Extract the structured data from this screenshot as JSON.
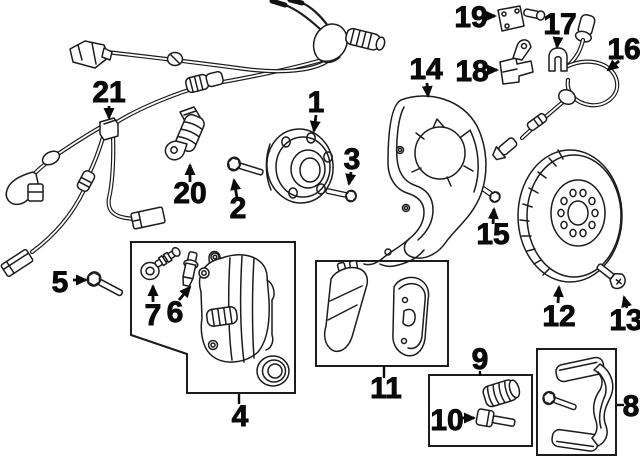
{
  "figure": {
    "kind": "exploded-parts-diagram",
    "subject": "front brake and wheel hub components",
    "colors": {
      "background": "#ffffff",
      "line": "#1c1c1c",
      "label": "#0a0a0a"
    },
    "callouts": [
      {
        "label": "1",
        "part": "wheel-hub-assembly"
      },
      {
        "label": "2",
        "part": "hub-mount-bolt"
      },
      {
        "label": "3",
        "part": "small-hex-bolt"
      },
      {
        "label": "4",
        "part": "brake-caliper"
      },
      {
        "label": "5",
        "part": "long-mount-bolt"
      },
      {
        "label": "6",
        "part": "bleeder-screw"
      },
      {
        "label": "7",
        "part": "caliper-guide-pin"
      },
      {
        "label": "8",
        "part": "caliper-bracket"
      },
      {
        "label": "9",
        "part": "guide-pin-boot"
      },
      {
        "label": "10",
        "part": "guide-pin-bolt"
      },
      {
        "label": "11",
        "part": "brake-pad-set"
      },
      {
        "label": "12",
        "part": "brake-rotor"
      },
      {
        "label": "13",
        "part": "rotor-set-screw"
      },
      {
        "label": "14",
        "part": "splash-shield"
      },
      {
        "label": "15",
        "part": "shield-bolt"
      },
      {
        "label": "16",
        "part": "abs-sensor-wire"
      },
      {
        "label": "17",
        "part": "retaining-clip"
      },
      {
        "label": "18",
        "part": "sensor-bracket"
      },
      {
        "label": "19",
        "part": "harness-bracket"
      },
      {
        "label": "20",
        "part": "abs-speed-sensor"
      },
      {
        "label": "21",
        "part": "wiring-harness"
      }
    ]
  }
}
